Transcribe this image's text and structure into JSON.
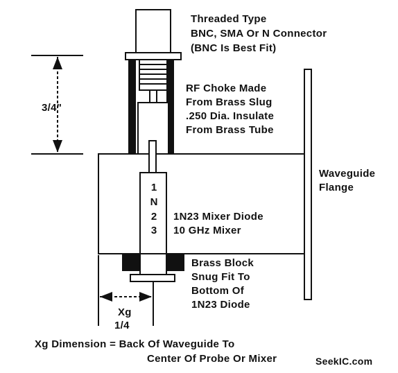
{
  "labels": {
    "connector": [
      "Threaded Type",
      "BNC, SMA Or N Connector",
      "(BNC Is Best Fit)"
    ],
    "choke": [
      "RF Choke Made",
      "From Brass Slug",
      ".250 Dia. Insulate",
      "From Brass Tube"
    ],
    "flange": [
      "Waveguide",
      "Flange"
    ],
    "mixer": [
      "1N23 Mixer Diode",
      "10 GHz Mixer"
    ],
    "block": [
      "Brass Block",
      "Snug Fit To",
      "Bottom Of",
      "1N23 Diode"
    ],
    "dim_three_quarter": "3/4\"",
    "xg_label": "Xg",
    "xg_fraction": "1/4",
    "diode_chars": [
      "1",
      "N",
      "2",
      "3"
    ],
    "footer": [
      "Xg Dimension = Back Of Waveguide To",
      "Center Of Probe Or Mixer"
    ],
    "watermark": "SeekIC.com"
  }
}
